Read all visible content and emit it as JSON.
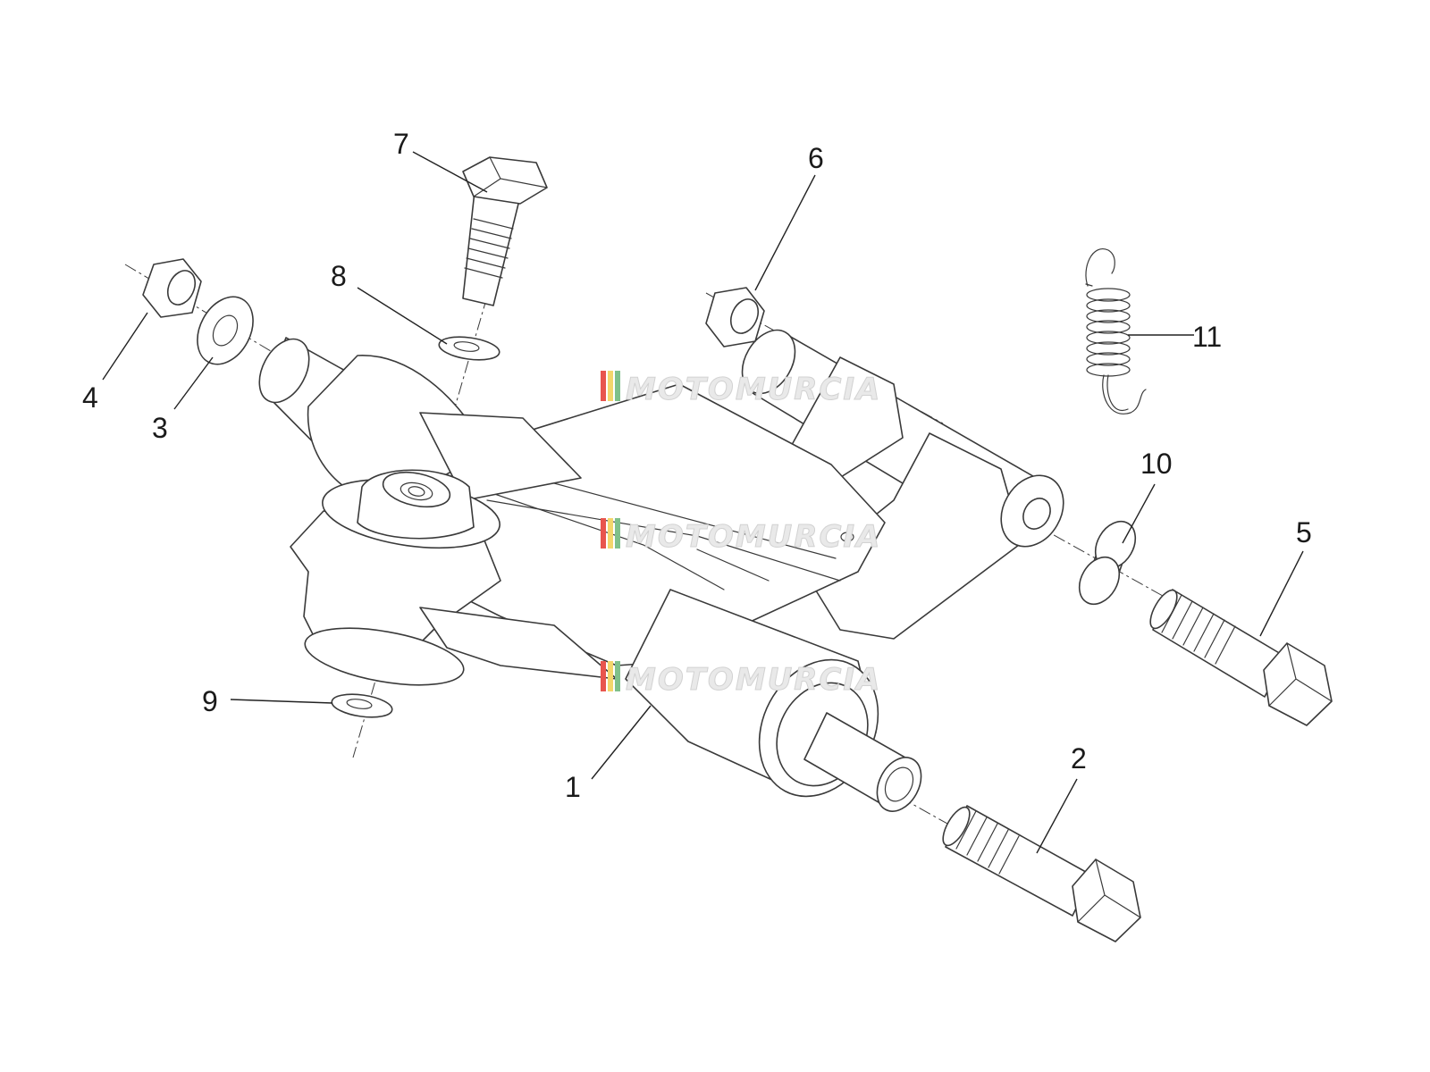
{
  "diagram": {
    "type": "exploded-parts-diagram",
    "callouts": [
      "1",
      "2",
      "3",
      "4",
      "5",
      "6",
      "7",
      "8",
      "9",
      "10",
      "11"
    ]
  },
  "watermark": {
    "text": "MOTOMURCIA",
    "colors": [
      "#e8554e",
      "#f3d66c",
      "#7fc08a"
    ]
  }
}
